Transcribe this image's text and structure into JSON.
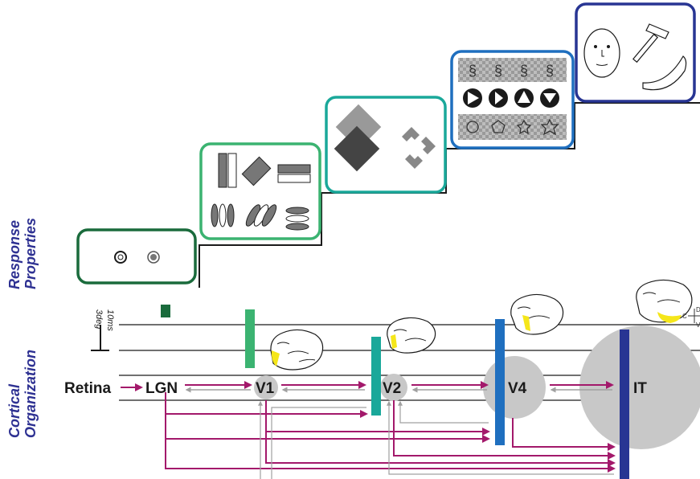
{
  "side_labels": {
    "response": [
      "Response",
      "Properties"
    ],
    "cortical": [
      "Cortical",
      "Organization"
    ]
  },
  "areas": [
    "Retina",
    "LGN",
    "V1",
    "V2",
    "V4",
    "IT"
  ],
  "scale": {
    "time": "10ms",
    "space": "3deg"
  },
  "compass": {
    "dorsal": "D",
    "ventral": "V",
    "caudal": "C"
  },
  "colors": {
    "lgn": "#1a6b3c",
    "v1": "#3bb371",
    "v2": "#1aa89a",
    "v4": "#1f6fbf",
    "it": "#283593",
    "arrow": "#a3196b",
    "feedback": "#a0a0a0",
    "circle": "#c8c8c8",
    "label_blue": "#2e3192",
    "highlight": "#f5e61a"
  },
  "stimulus_panels": [
    {
      "area": "LGN",
      "content": "center-surround dots"
    },
    {
      "area": "V1",
      "content": "oriented bars and gratings"
    },
    {
      "area": "V2",
      "content": "illusory contours and corners"
    },
    {
      "area": "V4",
      "content": "curvature and shape patterns"
    },
    {
      "area": "IT",
      "content": "objects: face, hammer, banana"
    }
  ]
}
